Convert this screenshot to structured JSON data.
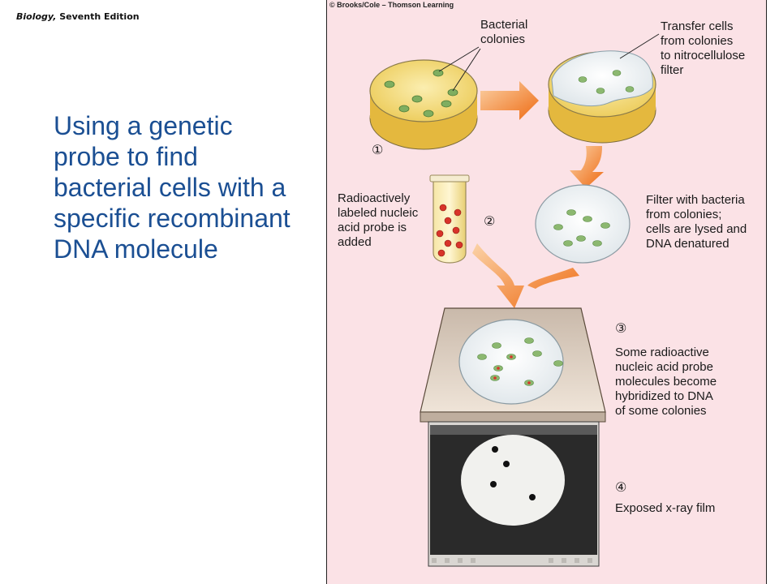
{
  "header": {
    "book_italic": "Biology,",
    "book_rest": " Seventh Edition"
  },
  "slide": {
    "title": "Using a genetic probe to find bacterial cells with a specific recombinant DNA molecule"
  },
  "figure": {
    "copyright": "© Brooks/Cole – Thomson Learning",
    "labels": {
      "colonies": "Bacterial\ncolonies",
      "transfer": "Transfer cells\nfrom colonies\nto nitrocellulose\nfilter",
      "probe": "Radioactively\nlabeled nucleic\nacid probe is\nadded",
      "filter": "Filter with bacteria\nfrom colonies;\ncells are lysed and\nDNA denatured",
      "hybrid": "Some radioactive\nnucleic acid probe\nmolecules become\nhybridized to DNA\nof some colonies",
      "film": "Exposed x-ray film"
    },
    "steps": [
      "①",
      "②",
      "③",
      "④"
    ],
    "colors": {
      "panel_bg": "#fbe2e6",
      "agar": "#f3dc7c",
      "colony": "#7fae60",
      "probe_red": "#d8342a",
      "arrow_orange": "#f07a1e",
      "film_dark": "#2a2a2a",
      "title_blue": "#1b4f93"
    }
  }
}
